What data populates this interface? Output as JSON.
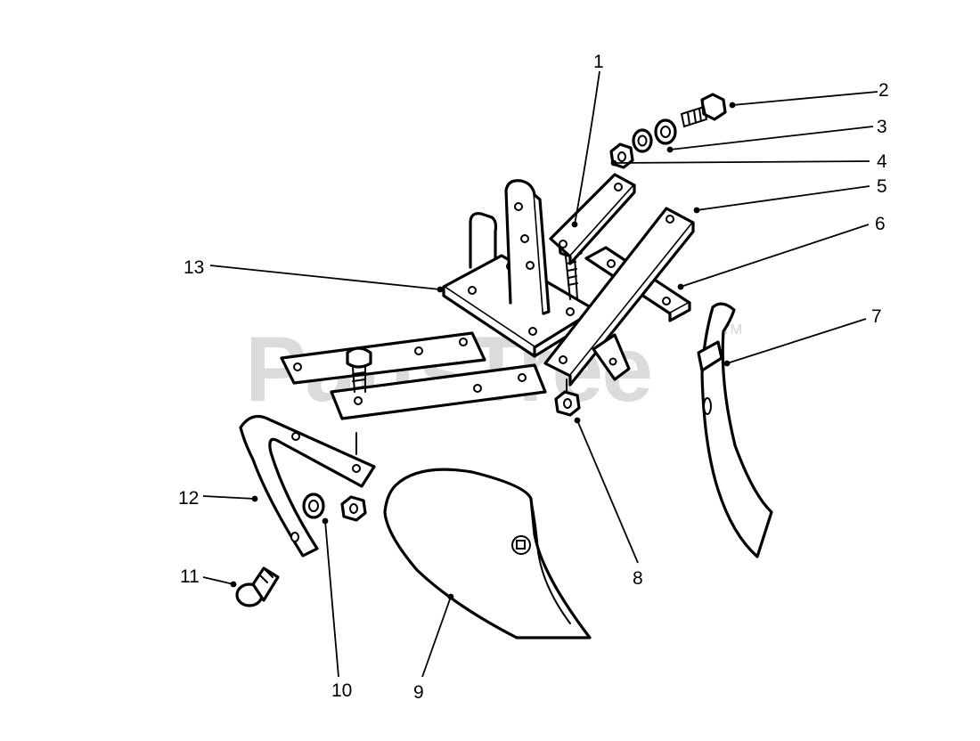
{
  "watermark": {
    "text": "PartsTree",
    "trademark": "TM"
  },
  "callouts": [
    {
      "id": 1,
      "label": "1"
    },
    {
      "id": 2,
      "label": "2"
    },
    {
      "id": 3,
      "label": "3"
    },
    {
      "id": 4,
      "label": "4"
    },
    {
      "id": 5,
      "label": "5"
    },
    {
      "id": 6,
      "label": "6"
    },
    {
      "id": 7,
      "label": "7"
    },
    {
      "id": 8,
      "label": "8"
    },
    {
      "id": 9,
      "label": "9"
    },
    {
      "id": 10,
      "label": "10"
    },
    {
      "id": 11,
      "label": "11"
    },
    {
      "id": 12,
      "label": "12"
    },
    {
      "id": 13,
      "label": "13"
    }
  ],
  "colors": {
    "line": "#000000",
    "background": "#ffffff",
    "watermark": "#cfcfcf"
  }
}
